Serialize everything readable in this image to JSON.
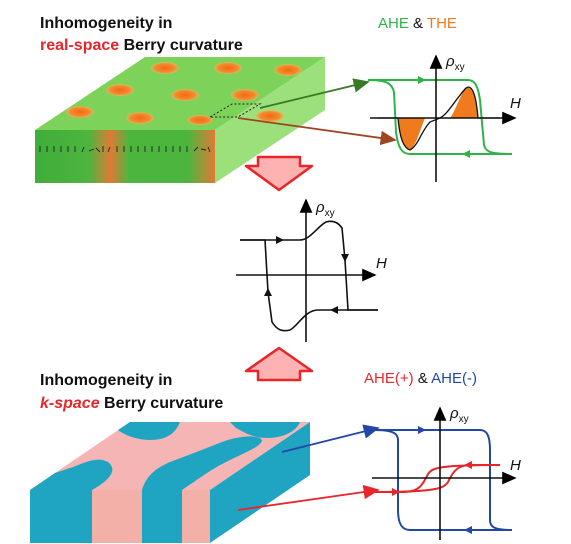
{
  "top": {
    "title_line1": "Inhomogeneity in",
    "title_line2_highlight": "real-space",
    "title_line2_rest": " Berry curvature",
    "legend_ahe": "AHE",
    "legend_amp": " & ",
    "legend_the": "THE",
    "y_symbol": "ρ",
    "y_sub": "xy",
    "x_symbol": "H"
  },
  "middle": {
    "y_symbol": "ρ",
    "y_sub": "xy",
    "x_symbol": "H"
  },
  "bottom": {
    "title_line1": "Inhomogeneity in",
    "title_line2_highlight": "k-space",
    "title_line2_rest": " Berry curvature",
    "legend_plus": "AHE(+)",
    "legend_amp": " & ",
    "legend_minus": "AHE(-)",
    "y_symbol": "ρ",
    "y_sub": "xy",
    "x_symbol": "H"
  },
  "colors": {
    "green": "#2db34a",
    "orange": "#f07a1e",
    "red": "#e8262a",
    "blue": "#2347a6",
    "slab_green": "#7dd35a",
    "slab_pink": "#f5b5b5",
    "slab_teal": "#1fa5c2",
    "dark_green_arrow": "#3b7a25",
    "brown_arrow": "#a04520"
  }
}
